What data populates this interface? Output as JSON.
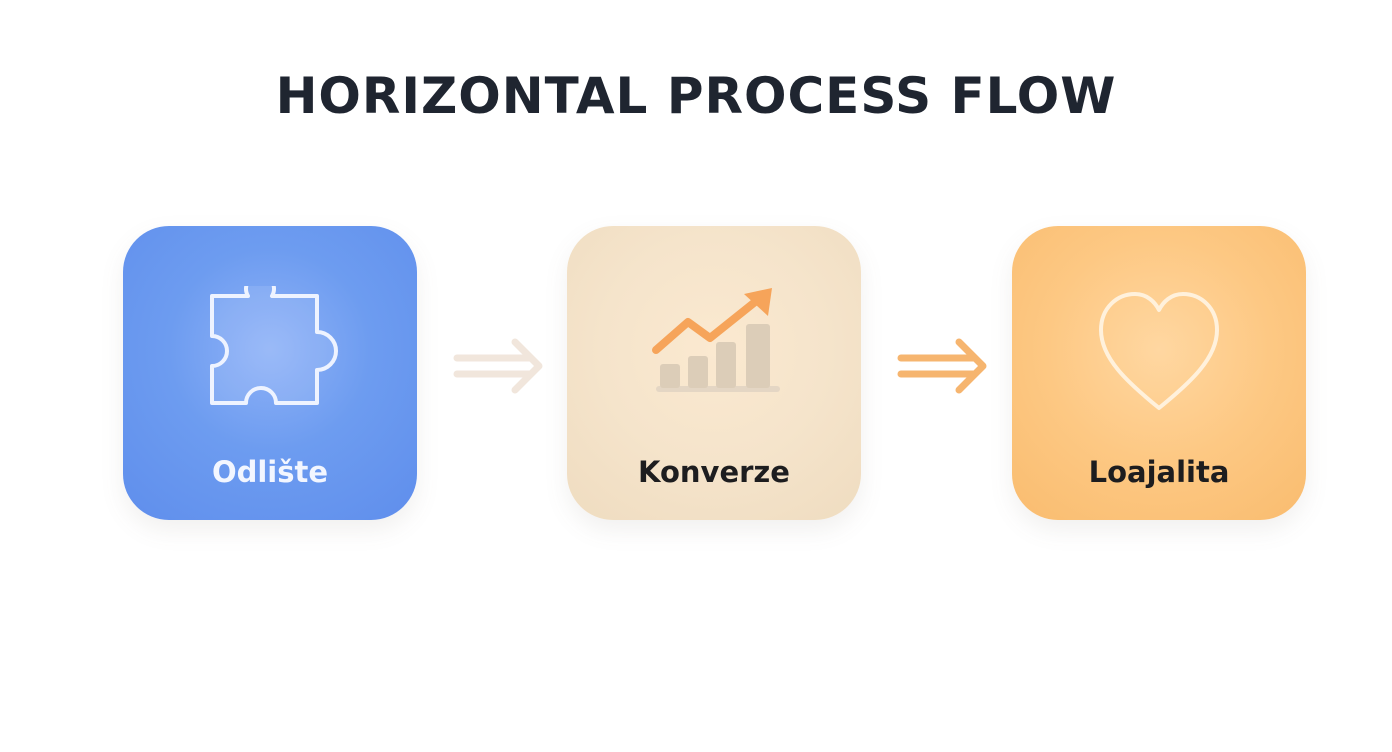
{
  "title": "HORIZONTAL PROCESS FLOW",
  "steps": [
    {
      "label": "Odlište",
      "icon": "puzzle-piece-icon",
      "color": "#6d9cf0"
    },
    {
      "label": "Konverze",
      "icon": "bar-chart-trend-icon",
      "color": "#f5e4cb"
    },
    {
      "label": "Loajalita",
      "icon": "heart-icon",
      "color": "#fdc883"
    }
  ],
  "arrows": [
    {
      "icon": "double-arrow-right-icon",
      "color": "#f1e6dc"
    },
    {
      "icon": "double-arrow-right-icon",
      "color": "#f6b56f"
    }
  ]
}
